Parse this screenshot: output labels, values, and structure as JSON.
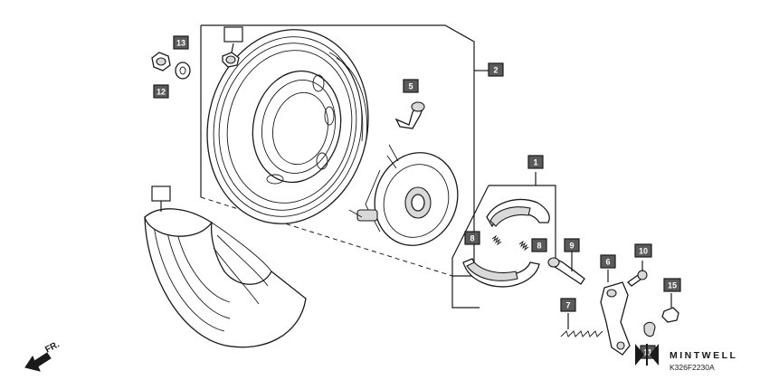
{
  "callouts": {
    "c1": "1",
    "c2": "2",
    "c5": "5",
    "c6": "6",
    "c7": "7",
    "c8a": "8",
    "c8b": "8",
    "c9": "9",
    "c10": "10",
    "c11": "11",
    "c12": "12",
    "c13": "13",
    "c15": "15"
  },
  "direction_label": "FR.",
  "watermark": {
    "brand": "MINTWELL",
    "code": "K326F2230A"
  },
  "colors": {
    "callout_fill": "#5a5a5a",
    "line": "#1a1a1a",
    "background": "#ffffff"
  }
}
